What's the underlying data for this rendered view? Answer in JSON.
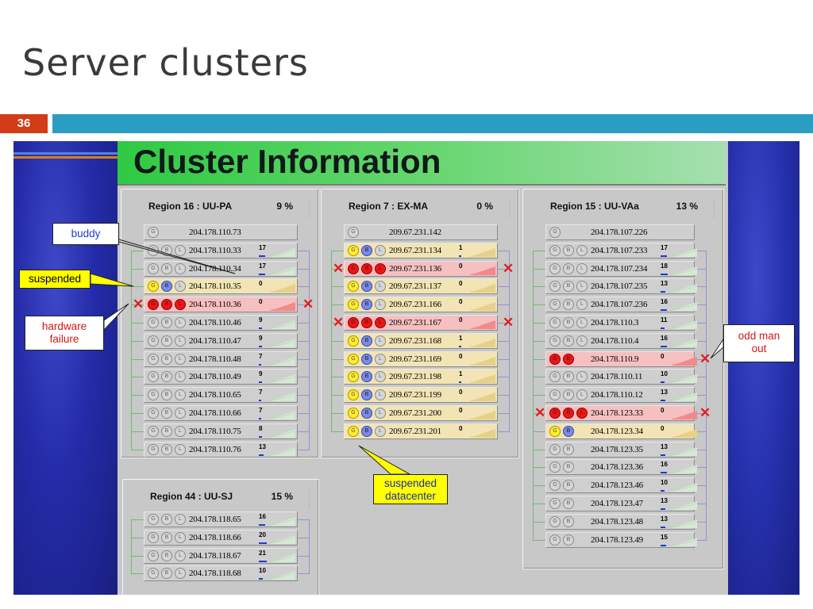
{
  "slide": {
    "title": "Server clusters",
    "number": "36"
  },
  "banner": {
    "title": "Cluster Information"
  },
  "colors": {
    "accent_bar": "#2b9cc2",
    "slide_number_bg": "#d23c16",
    "banner_green": "#2fc944",
    "panel_blue": "#232ba8",
    "failed_row": "#f6c0c0",
    "suspended_row": "#f2e4b4",
    "red_x": "#e02020"
  },
  "callouts": {
    "buddy": "buddy",
    "suspended": "suspended",
    "hardware_failure": [
      "hardware",
      "failure"
    ],
    "odd_man_out": [
      "odd man",
      "out"
    ],
    "suspended_datacenter": [
      "suspended",
      "datacenter"
    ]
  },
  "regions": {
    "r16": {
      "name": "Region 16 : UU-PA",
      "percent": "9 %",
      "servers": [
        {
          "ip": "204.178.110.73",
          "icons": [
            "G"
          ],
          "state": "master",
          "count": ""
        },
        {
          "ip": "204.178.110.33",
          "icons": [
            "G",
            "B",
            "L"
          ],
          "state": "ok",
          "count": "17"
        },
        {
          "ip": "204.178.110.34",
          "icons": [
            "G",
            "B",
            "L"
          ],
          "state": "ok",
          "count": "17"
        },
        {
          "ip": "204.178.110.35",
          "icons": [
            "G",
            "B",
            "L"
          ],
          "state": "suspended",
          "count": "0"
        },
        {
          "ip": "204.178.110.36",
          "icons": [
            "G",
            "B",
            "L"
          ],
          "state": "failed",
          "count": "0"
        },
        {
          "ip": "204.178.110.46",
          "icons": [
            "G",
            "B",
            "L"
          ],
          "state": "ok",
          "count": "9"
        },
        {
          "ip": "204.178.110.47",
          "icons": [
            "G",
            "B",
            "L"
          ],
          "state": "ok",
          "count": "9"
        },
        {
          "ip": "204.178.110.48",
          "icons": [
            "G",
            "B",
            "L"
          ],
          "state": "ok",
          "count": "7"
        },
        {
          "ip": "204.178.110.49",
          "icons": [
            "G",
            "B",
            "L"
          ],
          "state": "ok",
          "count": "9"
        },
        {
          "ip": "204.178.110.65",
          "icons": [
            "G",
            "B",
            "L"
          ],
          "state": "ok",
          "count": "7"
        },
        {
          "ip": "204.178.110.66",
          "icons": [
            "G",
            "B",
            "L"
          ],
          "state": "ok",
          "count": "7"
        },
        {
          "ip": "204.178.110.75",
          "icons": [
            "G",
            "B",
            "L"
          ],
          "state": "ok",
          "count": "8"
        },
        {
          "ip": "204.178.110.76",
          "icons": [
            "G",
            "B",
            "L"
          ],
          "state": "ok",
          "count": "13"
        }
      ]
    },
    "r7": {
      "name": "Region 7 : EX-MA",
      "percent": "0 %",
      "servers": [
        {
          "ip": "209.67.231.142",
          "icons": [
            "G"
          ],
          "state": "master",
          "count": ""
        },
        {
          "ip": "209.67.231.134",
          "icons": [
            "G",
            "B",
            "L"
          ],
          "state": "suspended",
          "count": "1"
        },
        {
          "ip": "209.67.231.136",
          "icons": [
            "G",
            "B",
            "L"
          ],
          "state": "failed",
          "count": "0"
        },
        {
          "ip": "209.67.231.137",
          "icons": [
            "G",
            "B",
            "L"
          ],
          "state": "suspended",
          "count": "0"
        },
        {
          "ip": "209.67.231.166",
          "icons": [
            "G",
            "B",
            "L"
          ],
          "state": "suspended",
          "count": "0"
        },
        {
          "ip": "209.67.231.167",
          "icons": [
            "G",
            "B",
            "L"
          ],
          "state": "failed",
          "count": "0"
        },
        {
          "ip": "209.67.231.168",
          "icons": [
            "G",
            "B",
            "L"
          ],
          "state": "suspended",
          "count": "1"
        },
        {
          "ip": "209.67.231.169",
          "icons": [
            "G",
            "B",
            "L"
          ],
          "state": "suspended",
          "count": "0"
        },
        {
          "ip": "209.67.231.198",
          "icons": [
            "G",
            "B",
            "L"
          ],
          "state": "suspended",
          "count": "1"
        },
        {
          "ip": "209.67.231.199",
          "icons": [
            "G",
            "B",
            "L"
          ],
          "state": "suspended",
          "count": "0"
        },
        {
          "ip": "209.67.231.200",
          "icons": [
            "G",
            "B",
            "L"
          ],
          "state": "suspended",
          "count": "0"
        },
        {
          "ip": "209.67.231.201",
          "icons": [
            "G",
            "B",
            "L"
          ],
          "state": "suspended",
          "count": "0"
        }
      ]
    },
    "r15": {
      "name": "Region 15 : UU-VAa",
      "percent": "13 %",
      "servers": [
        {
          "ip": "204.178.107.226",
          "icons": [
            "G"
          ],
          "state": "master",
          "count": ""
        },
        {
          "ip": "204.178.107.233",
          "icons": [
            "G",
            "B",
            "L"
          ],
          "state": "ok",
          "count": "17"
        },
        {
          "ip": "204.178.107.234",
          "icons": [
            "G",
            "B",
            "L"
          ],
          "state": "ok",
          "count": "18"
        },
        {
          "ip": "204.178.107.235",
          "icons": [
            "G",
            "B",
            "L"
          ],
          "state": "ok",
          "count": "13"
        },
        {
          "ip": "204.178.107.236",
          "icons": [
            "G",
            "B",
            "L"
          ],
          "state": "ok",
          "count": "16"
        },
        {
          "ip": "204.178.110.3",
          "icons": [
            "G",
            "B",
            "L"
          ],
          "state": "ok",
          "count": "11"
        },
        {
          "ip": "204.178.110.4",
          "icons": [
            "G",
            "B",
            "L"
          ],
          "state": "ok",
          "count": "16"
        },
        {
          "ip": "204.178.110.9",
          "icons": [
            "G",
            "B"
          ],
          "state": "odd",
          "count": "0"
        },
        {
          "ip": "204.178.110.11",
          "icons": [
            "G",
            "B",
            "L"
          ],
          "state": "ok",
          "count": "10"
        },
        {
          "ip": "204.178.110.12",
          "icons": [
            "G",
            "B",
            "L"
          ],
          "state": "ok",
          "count": "13"
        },
        {
          "ip": "204.178.123.33",
          "icons": [
            "G",
            "B",
            "L"
          ],
          "state": "failed",
          "count": "0"
        },
        {
          "ip": "204.178.123.34",
          "icons": [
            "G",
            "B"
          ],
          "state": "suspended",
          "count": "0"
        },
        {
          "ip": "204.178.123.35",
          "icons": [
            "G",
            "B"
          ],
          "state": "ok",
          "count": "13"
        },
        {
          "ip": "204.178.123.36",
          "icons": [
            "G",
            "B"
          ],
          "state": "ok",
          "count": "16"
        },
        {
          "ip": "204.178.123.46",
          "icons": [
            "G",
            "B"
          ],
          "state": "ok",
          "count": "10"
        },
        {
          "ip": "204.178.123.47",
          "icons": [
            "G",
            "B"
          ],
          "state": "ok",
          "count": "13"
        },
        {
          "ip": "204.178.123.48",
          "icons": [
            "G",
            "B"
          ],
          "state": "ok",
          "count": "13"
        },
        {
          "ip": "204.178.123.49",
          "icons": [
            "G",
            "B"
          ],
          "state": "ok",
          "count": "15"
        }
      ]
    },
    "r44": {
      "name": "Region 44 : UU-SJ",
      "percent": "15 %",
      "servers": [
        {
          "ip": "204.178.118.65",
          "icons": [
            "G",
            "B",
            "L"
          ],
          "state": "ok",
          "count": "16"
        },
        {
          "ip": "204.178.118.66",
          "icons": [
            "G",
            "B",
            "L"
          ],
          "state": "ok",
          "count": "20"
        },
        {
          "ip": "204.178.118.67",
          "icons": [
            "G",
            "B",
            "L"
          ],
          "state": "ok",
          "count": "21"
        },
        {
          "ip": "204.178.118.68",
          "icons": [
            "G",
            "B",
            "L"
          ],
          "state": "ok",
          "count": "10"
        }
      ]
    }
  }
}
